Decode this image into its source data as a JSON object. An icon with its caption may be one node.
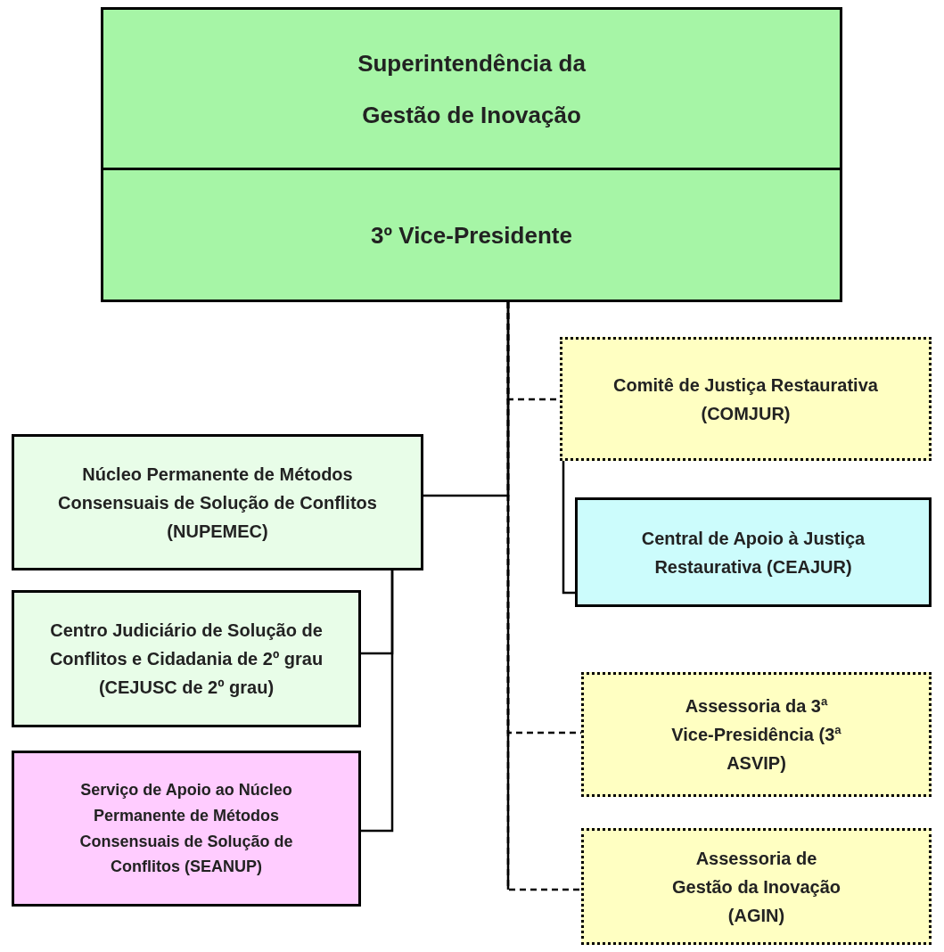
{
  "diagram": {
    "nodes": [
      {
        "text": [
          "Superintendência da Gestão de Inovação",
          "3º Vice-Presidente"
        ]
      },
      {
        "text": [
          "Comitê de Justiça Restaurativa (COMJUR)"
        ]
      },
      {
        "text": [
          "Núcleo Permanente de Métodos Consensuais de Solução de Conflitos (NUPEMEC)"
        ]
      },
      {
        "text": [
          "Central de Apoio à Justiça Restaurativa (CEAJUR)"
        ]
      },
      {
        "text": [
          "Centro Judiciário de Solução de Conflitos e Cidadania de 2º grau (CEJUSC de 2º grau)"
        ]
      },
      {
        "text": [
          "Assessoria da 3ª Vice-Presidência (3ª ASVIP)"
        ]
      },
      {
        "text": [
          "Serviço de Apoio ao Núcleo Permanente de Métodos Consensuais de Solução de Conflitos (SEANUP)"
        ]
      },
      {
        "text": [
          "Assessoria de Gestão da Inovação (AGIN)"
        ]
      }
    ],
    "edges": [
      {
        "from": 0,
        "to": 1,
        "arrow": "none",
        "style": "dashed"
      },
      {
        "from": 0,
        "to": 2,
        "arrow": "none"
      },
      {
        "from": 1,
        "to": 3,
        "arrow": "none"
      },
      {
        "from": 2,
        "to": 4,
        "arrow": "none"
      },
      {
        "from": 2,
        "to": 6,
        "arrow": "none"
      },
      {
        "from": 0,
        "to": 5,
        "arrow": "none",
        "style": "dashed"
      },
      {
        "from": 0,
        "to": 7,
        "arrow": "none",
        "style": "dashed"
      }
    ]
  }
}
